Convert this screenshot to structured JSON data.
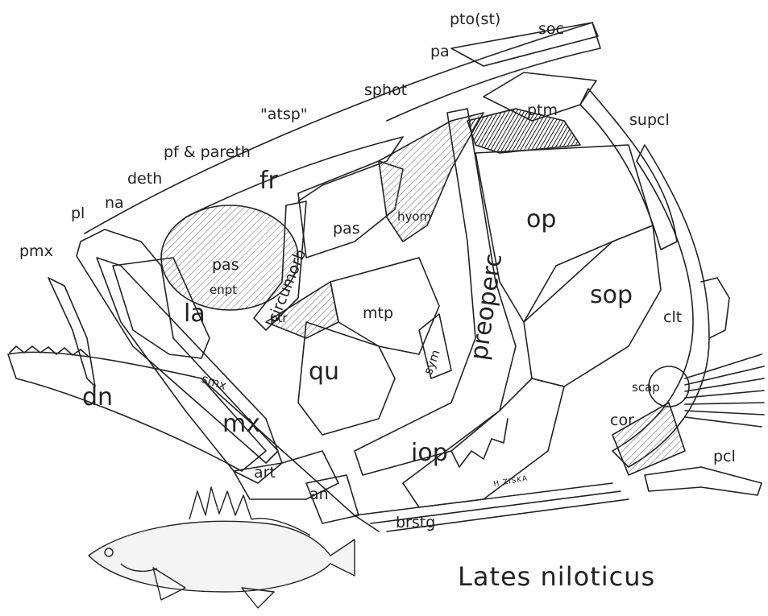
{
  "title": "Lates niloticus",
  "signature": "H ZISKA",
  "labels": {
    "pto_st": "pto(st)",
    "soc": "soc",
    "pa": "pa",
    "sphot": "sphot",
    "ptm": "ptm",
    "atsp": "\"atsp\"",
    "supcl": "supcl",
    "pf_pareth": "pf & pareth",
    "deth": "deth",
    "fr": "fr",
    "pl": "pl",
    "na": "na",
    "pmx": "pmx",
    "op": "op",
    "hyom": "hyom",
    "pas_upper": "pas",
    "pas_lower": "pas",
    "enpt": "enpt",
    "circumorb": "circumorb",
    "preoperc": "preoperc",
    "sop": "sop",
    "la": "la",
    "mtp": "mtp",
    "ptr": "ptr",
    "clt": "clt",
    "sym": "sym",
    "qu": "qu",
    "smx": "smx",
    "dn": "dn",
    "mx": "mx",
    "scap": "scap",
    "cor": "cor",
    "pcl": "pcl",
    "iop": "iop",
    "art": "art",
    "an": "an",
    "brstg": "brstg"
  }
}
